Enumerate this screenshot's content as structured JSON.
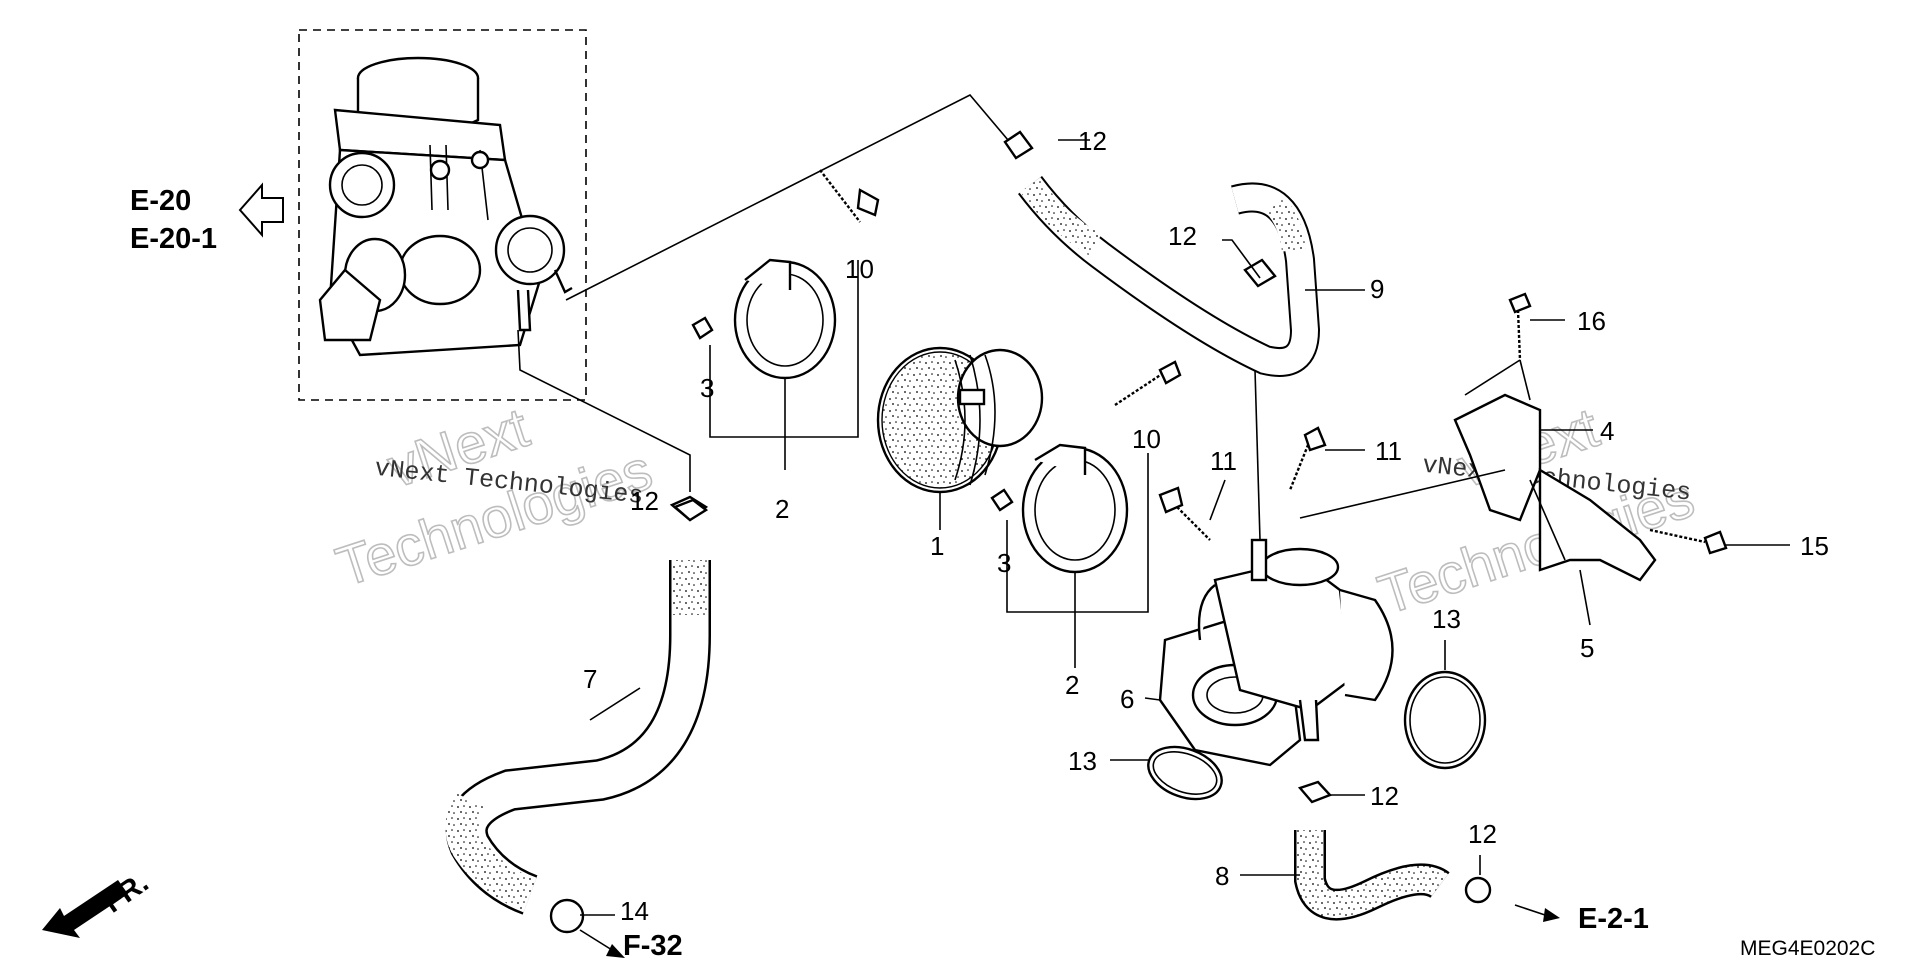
{
  "watermark": {
    "outline_word_1": "vNext",
    "outline_word_2": "Technologies",
    "serif_text": "vNext Technologies"
  },
  "diagram_code": "MEG4E0202C",
  "references": {
    "ref_e20": "E-20",
    "ref_e20_1": "E-20-1",
    "ref_f32": "F-32",
    "ref_e2_1": "E-2-1",
    "ref_fr": "FR."
  },
  "callouts": {
    "c1": "1",
    "c2a": "2",
    "c2b": "2",
    "c3a": "3",
    "c3b": "3",
    "c4": "4",
    "c5": "5",
    "c6": "6",
    "c7": "7",
    "c8": "8",
    "c9": "9",
    "c10a": "10",
    "c10b": "10",
    "c11a": "11",
    "c11b": "11",
    "c12a": "12",
    "c12b": "12",
    "c12c": "12",
    "c12d": "12",
    "c12e": "12",
    "c13a": "13",
    "c13b": "13",
    "c14": "14",
    "c15": "15",
    "c16": "16"
  }
}
